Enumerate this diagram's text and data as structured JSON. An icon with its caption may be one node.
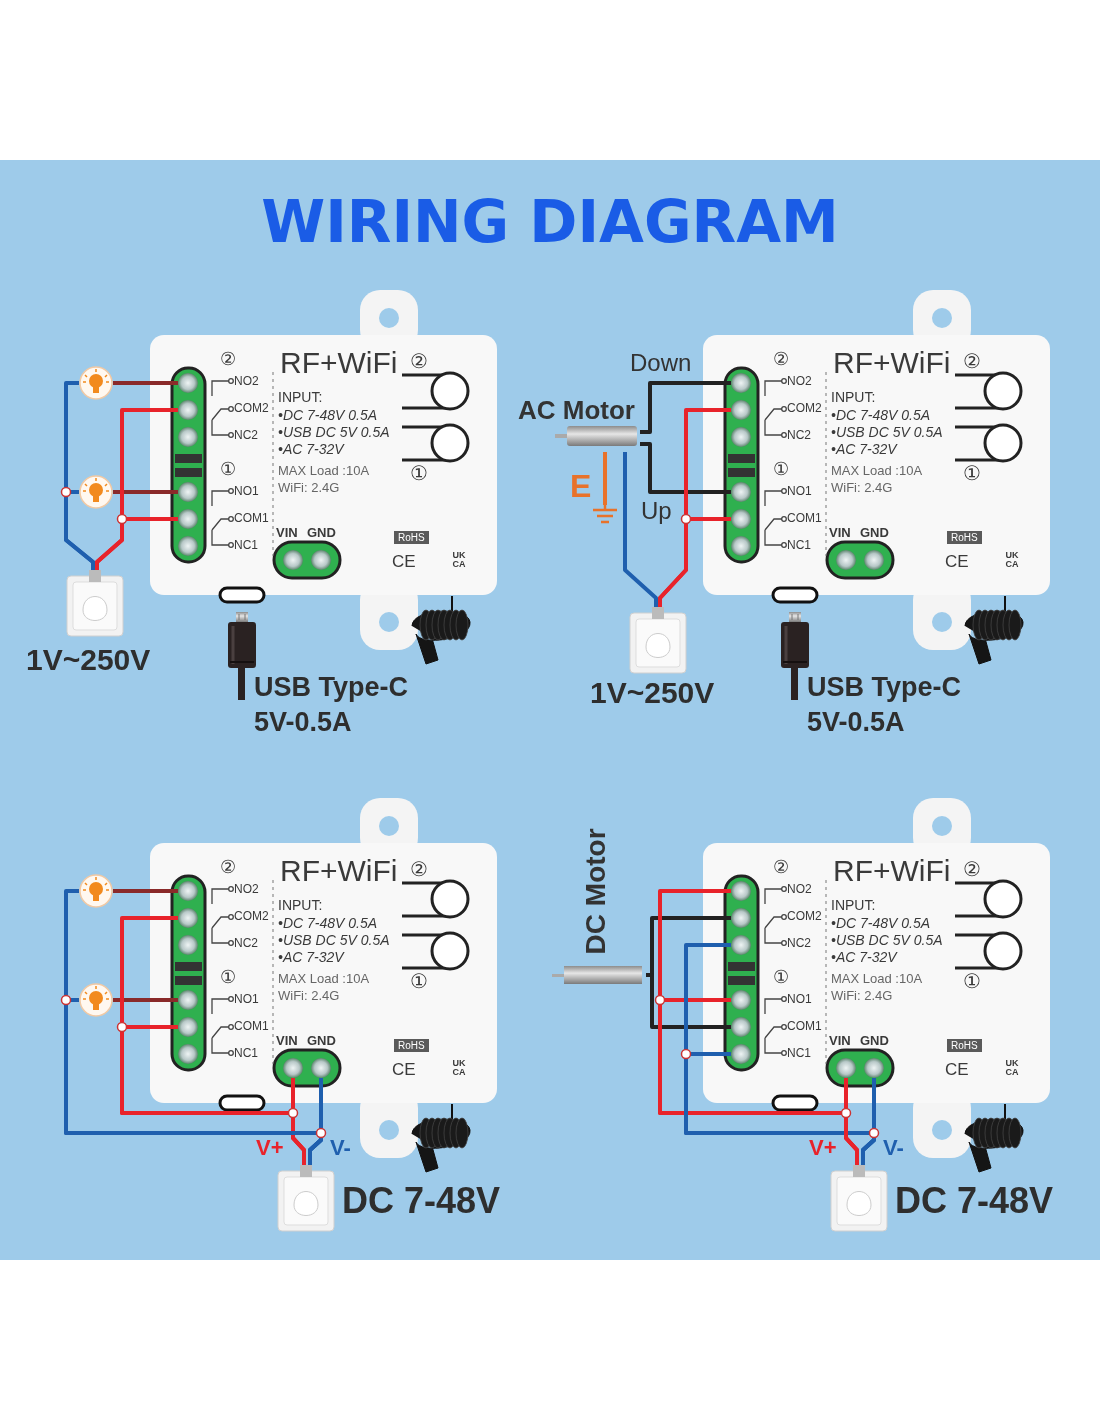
{
  "diagram": {
    "title": "WIRING DIAGRAM",
    "nodes": [
      {
        "text": [
          "②",
          "NO2",
          "COM2",
          "NC2",
          "①",
          "NO1",
          "COM1",
          "NC1",
          "RF+WiFi",
          "INPUT:",
          "•DC 7-48V 0.5A",
          "•USB DC 5V 0.5A",
          "•AC 7-32V",
          "MAX Load :10A",
          "WiFi: 2.4G",
          "VIN",
          "GND",
          "②",
          "①",
          "RoHS",
          "CE",
          "UK CA"
        ]
      },
      {
        "text": [],
        "shape": "circle",
        "in": 0
      },
      {
        "text": [],
        "shape": "circle",
        "in": 0
      },
      {
        "text": [],
        "shape": "circle",
        "in": 0
      },
      {
        "text": [],
        "shape": "circle",
        "in": 0
      },
      {
        "text": [],
        "shape": "circle",
        "in": 0
      },
      {
        "text": [],
        "shape": "circle",
        "in": 0
      },
      {
        "text": [],
        "shape": "circle",
        "in": 0
      },
      {
        "text": [],
        "shape": "circle",
        "in": 0
      },
      {
        "text": [],
        "shape": "picture"
      },
      {
        "text": [],
        "shape": "picture"
      },
      {
        "text": [],
        "shape": "picture",
        "beside": [
          "1V~250V"
        ]
      },
      {
        "text": [],
        "shape": "picture",
        "beside": [
          "USB Type-C 5V-0.5A"
        ]
      },
      {
        "text": [
          "②",
          "NO2",
          "COM2",
          "NC2",
          "①",
          "NO1",
          "COM1",
          "NC1",
          "RF+WiFi",
          "INPUT:",
          "•DC 7-48V 0.5A",
          "•USB DC 5V 0.5A",
          "•AC 7-32V",
          "MAX Load :10A",
          "WiFi: 2.4G",
          "VIN",
          "GND",
          "②",
          "①",
          "RoHS",
          "CE",
          "UK CA"
        ]
      },
      {
        "text": [],
        "shape": "circle",
        "in": 13
      },
      {
        "text": [],
        "shape": "circle",
        "in": 13
      },
      {
        "text": [],
        "shape": "circle",
        "in": 13
      },
      {
        "text": [],
        "shape": "circle",
        "in": 13
      },
      {
        "text": [],
        "shape": "circle",
        "in": 13
      },
      {
        "text": [],
        "shape": "circle",
        "in": 13
      },
      {
        "text": [],
        "shape": "circle",
        "in": 13
      },
      {
        "text": [],
        "shape": "circle",
        "in": 13
      },
      {
        "text": [
          "AC Motor"
        ]
      },
      {
        "text": [],
        "shape": "picture",
        "beside": [
          "E"
        ]
      },
      {
        "text": [],
        "shape": "picture",
        "beside": [
          "1V~250V"
        ]
      },
      {
        "text": [],
        "shape": "picture",
        "beside": [
          "USB Type-C 5V-0.5A"
        ]
      },
      {
        "text": [
          "②",
          "NO2",
          "COM2",
          "NC2",
          "①",
          "NO1",
          "COM1",
          "NC1",
          "RF+WiFi",
          "INPUT:",
          "•DC 7-48V 0.5A",
          "•USB DC 5V 0.5A",
          "•AC 7-32V",
          "MAX Load :10A",
          "WiFi: 2.4G",
          "VIN",
          "GND",
          "②",
          "①",
          "RoHS",
          "CE",
          "UK CA"
        ]
      },
      {
        "text": [],
        "shape": "circle",
        "in": 26
      },
      {
        "text": [],
        "shape": "circle",
        "in": 26
      },
      {
        "text": [],
        "shape": "circle",
        "in": 26
      },
      {
        "text": [],
        "shape": "circle",
        "in": 26
      },
      {
        "text": [],
        "shape": "circle",
        "in": 26
      },
      {
        "text": [],
        "shape": "circle",
        "in": 26
      },
      {
        "text": [],
        "shape": "circle",
        "in": 26
      },
      {
        "text": [],
        "shape": "circle",
        "in": 26
      },
      {
        "text": [],
        "shape": "picture"
      },
      {
        "text": [],
        "shape": "picture"
      },
      {
        "text": [],
        "shape": "picture",
        "beside": [
          "DC 7-48V"
        ]
      },
      {
        "text": [
          "②",
          "NO2",
          "COM2",
          "NC2",
          "①",
          "NO1",
          "COM1",
          "NC1",
          "RF+WiFi",
          "INPUT:",
          "•DC 7-48V 0.5A",
          "•USB DC 5V 0.5A",
          "•AC 7-32V",
          "MAX Load :10A",
          "WiFi: 2.4G",
          "VIN",
          "GND",
          "②",
          "①",
          "RoHS",
          "CE",
          "UK CA"
        ]
      },
      {
        "text": [],
        "shape": "circle",
        "in": 38
      },
      {
        "text": [],
        "shape": "circle",
        "in": 38
      },
      {
        "text": [],
        "shape": "circle",
        "in": 38
      },
      {
        "text": [],
        "shape": "circle",
        "in": 38
      },
      {
        "text": [],
        "shape": "circle",
        "in": 38
      },
      {
        "text": [],
        "shape": "circle",
        "in": 38
      },
      {
        "text": [],
        "shape": "circle",
        "in": 38
      },
      {
        "text": [],
        "shape": "circle",
        "in": 38
      },
      {
        "text": [
          "DC Motor"
        ]
      },
      {
        "text": [],
        "shape": "picture",
        "beside": [
          "DC 7-48V"
        ]
      }
    ],
    "edges": [
      {
        "from": 9,
        "to": 1,
        "arrow": "none",
        "color": "#8a2a2a"
      },
      {
        "from": 10,
        "to": 4,
        "arrow": "none",
        "color": "#8a2a2a"
      },
      {
        "from": 11,
        "to": 2,
        "arrow": "none",
        "color": "#e8232b"
      },
      {
        "from": 11,
        "to": 5,
        "arrow": "none",
        "color": "#e8232b"
      },
      {
        "from": 11,
        "to": 9,
        "arrow": "none",
        "color": "#1f5fae"
      },
      {
        "from": 11,
        "to": 10,
        "arrow": "none",
        "color": "#1f5fae"
      },
      {
        "from": 22,
        "to": 14,
        "arrow": "none",
        "label": "Down",
        "color": "#222222"
      },
      {
        "from": 22,
        "to": 17,
        "arrow": "none",
        "label": "Up",
        "color": "#222222"
      },
      {
        "from": 24,
        "to": 15,
        "arrow": "none",
        "color": "#e8232b"
      },
      {
        "from": 24,
        "to": 18,
        "arrow": "none",
        "color": "#e8232b"
      },
      {
        "from": 24,
        "to": 22,
        "arrow": "none",
        "color": "#1f5fae"
      },
      {
        "from": 22,
        "to": 23,
        "arrow": "none",
        "color": "#e8722a"
      },
      {
        "from": 35,
        "to": 27,
        "arrow": "none",
        "color": "#8a2a2a"
      },
      {
        "from": 36,
        "to": 30,
        "arrow": "none",
        "color": "#8a2a2a"
      },
      {
        "from": 37,
        "to": 33,
        "arrow": "none",
        "label": "V+",
        "color": "#e8232b"
      },
      {
        "from": 37,
        "to": 34,
        "arrow": "none",
        "label": "V-",
        "color": "#1f5fae"
      },
      {
        "from": 37,
        "to": 28,
        "arrow": "none",
        "color": "#e8232b"
      },
      {
        "from": 37,
        "to": 31,
        "arrow": "none",
        "color": "#e8232b"
      },
      {
        "from": 37,
        "to": 35,
        "arrow": "none",
        "color": "#1f5fae"
      },
      {
        "from": 37,
        "to": 36,
        "arrow": "none",
        "color": "#1f5fae"
      },
      {
        "from": 47,
        "to": 40,
        "arrow": "none",
        "color": "#222222"
      },
      {
        "from": 47,
        "to": 43,
        "arrow": "none",
        "color": "#222222"
      },
      {
        "from": 48,
        "to": 39,
        "arrow": "none",
        "color": "#e8232b"
      },
      {
        "from": 48,
        "to": 42,
        "arrow": "none",
        "color": "#e8232b"
      },
      {
        "from": 48,
        "to": 41,
        "arrow": "none",
        "color": "#1f5fae"
      },
      {
        "from": 48,
        "to": 44,
        "arrow": "none",
        "color": "#1f5fae"
      },
      {
        "from": 48,
        "to": 45,
        "arrow": "none",
        "label": "V+",
        "color": "#e8232b"
      },
      {
        "from": 48,
        "to": 46,
        "arrow": "none",
        "label": "V-",
        "color": "#1f5fae"
      }
    ]
  }
}
